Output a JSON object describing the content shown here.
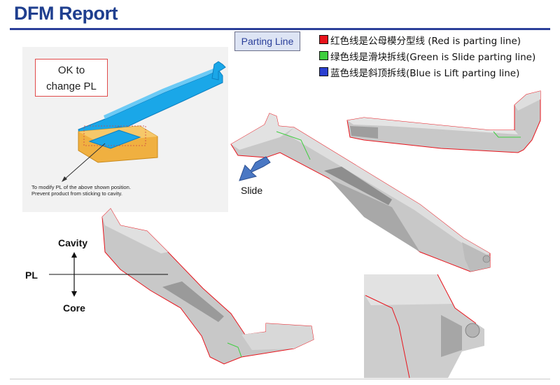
{
  "page": {
    "title": "DFM Report"
  },
  "header_tag": {
    "label": "Parting Line"
  },
  "legend": [
    {
      "text": "红色线是公母模分型线 (Red is parting line)",
      "color": "#e8141c"
    },
    {
      "text": "绿色线是滑块拆线(Green is Slide parting line)",
      "color": "#3fcf3f"
    },
    {
      "text": "蓝色线是斜顶拆线(Blue is Lift parting line)",
      "color": "#2a3fd0"
    }
  ],
  "callout": {
    "line1": "OK to",
    "line2": "change PL"
  },
  "note": "To modify PL of the above shown position.  Prevent  product from sticking to cavity.",
  "slide_label": "Slide",
  "orientation": {
    "top": "Cavity",
    "middle": "PL",
    "bottom": "Core"
  },
  "colors": {
    "title": "#1f3f8f",
    "rule": "#2c3f9a",
    "part_blue": "#1aa7e8",
    "slide_orange": "#f0b040",
    "part_gray": "#c8c8c8"
  }
}
